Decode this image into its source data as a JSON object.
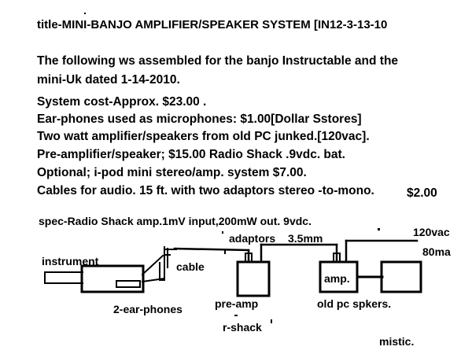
{
  "header": {
    "title": "title-MINI-BANJO AMPLIFIER/SPEAKER SYSTEM  [IN12-3-13-10"
  },
  "description": {
    "line1": "The following ws assembled for the banjo Instructable and the",
    "line2": "mini-Uk  dated 1-14-2010."
  },
  "parts_list": [
    "System cost-Approx. $23.00 .",
    "Ear-phones used as microphones: $1.00[Dollar Sstores]",
    "Two watt amplifier/speakers from old PC junked.[120vac].",
    "Pre-amplifier/speaker; $15.00 Radio Shack .9vdc.  bat.",
    "Optional; i-pod mini stereo/amp. system $7.00.",
    "Cables for audio. 15 ft. with two adaptors stereo -to-mono."
  ],
  "cables_price": "$2.00",
  "spec": "spec-Radio Shack amp.1mV input,200mW out. 9vdc.",
  "diagram_labels": {
    "instrument": "instrument",
    "cable": "cable",
    "ear_phones": "2-ear-phones",
    "adaptors": "adaptors",
    "size": "3.5mm",
    "voltage": "120vac",
    "current": "80ma",
    "amp": "amp.",
    "pre_amp": "pre-amp",
    "r_shack": "r-shack",
    "old_pc": "old pc spkers.",
    "author": "mistic."
  }
}
